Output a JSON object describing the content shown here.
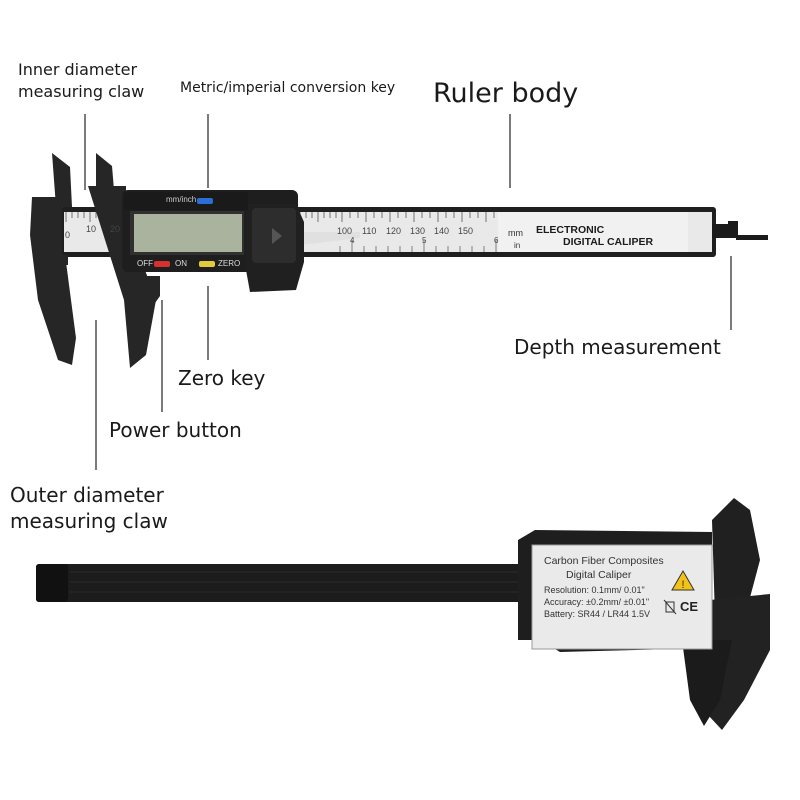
{
  "callouts": {
    "inner_claw": [
      "Inner diameter",
      "measuring claw"
    ],
    "conversion_key": "Metric/imperial conversion key",
    "ruler_body": "Ruler body",
    "depth": "Depth measurement",
    "zero_key": "Zero key",
    "power": "Power button",
    "outer_claw": [
      "Outer diameter",
      "measuring claw"
    ]
  },
  "device": {
    "brand_line1": "ELECTRONIC",
    "brand_line2": "DIGITAL CALIPER",
    "unit_button": "mm/inch",
    "off_label": "OFF",
    "on_label": "ON",
    "zero_label": "ZERO",
    "mm_unit": "mm",
    "in_unit": "in",
    "scale_left": [
      "0",
      "10",
      "20"
    ],
    "scale_right": [
      "100",
      "110",
      "120",
      "130",
      "140",
      "150"
    ],
    "inch_digits": [
      "4",
      "5",
      "6"
    ]
  },
  "back_plate": {
    "line1": "Carbon Fiber Composites",
    "line2": "Digital Caliper",
    "specs": [
      "Resolution: 0.1mm/ 0.01\"",
      "Accuracy: ±0.2mm/ ±0.01\"",
      "Battery: SR44 / LR44 1.5V"
    ],
    "ce_mark": "CE"
  }
}
